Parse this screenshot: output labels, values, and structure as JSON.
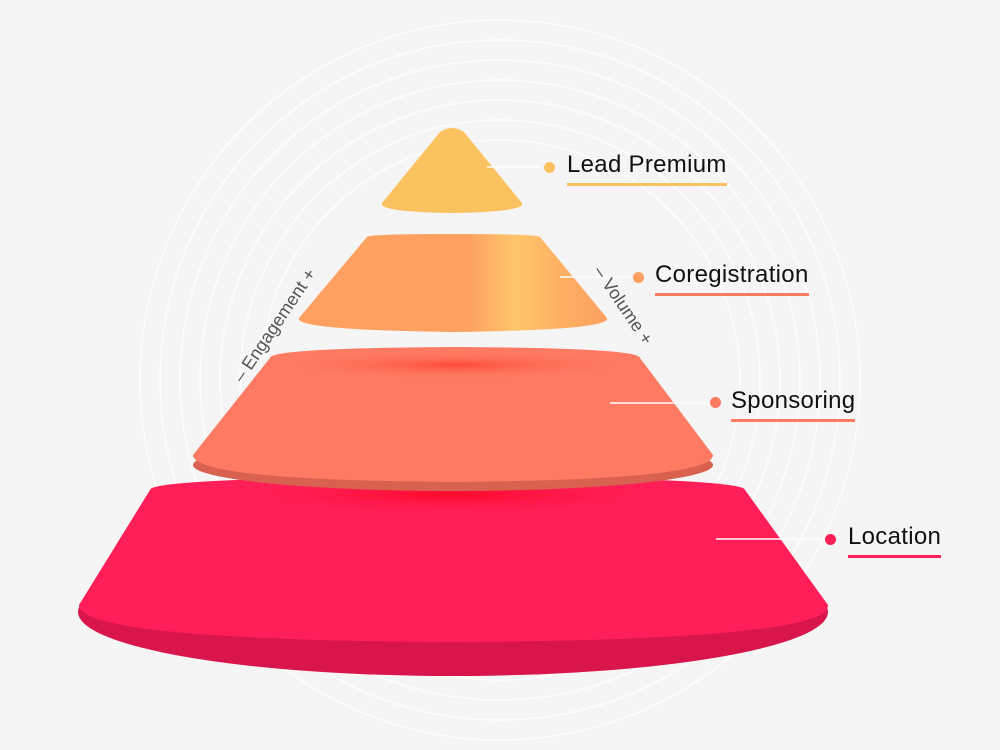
{
  "tiers": [
    {
      "label": "Lead Premium",
      "color": "#fbc35f"
    },
    {
      "label": "Coregistration",
      "color": "#fda060"
    },
    {
      "label": "Sponsoring",
      "color": "#fe7a62"
    },
    {
      "label": "Location",
      "color": "#ff1f58"
    }
  ],
  "axes": {
    "left": "– Engagement +",
    "right": "– Volume +"
  }
}
